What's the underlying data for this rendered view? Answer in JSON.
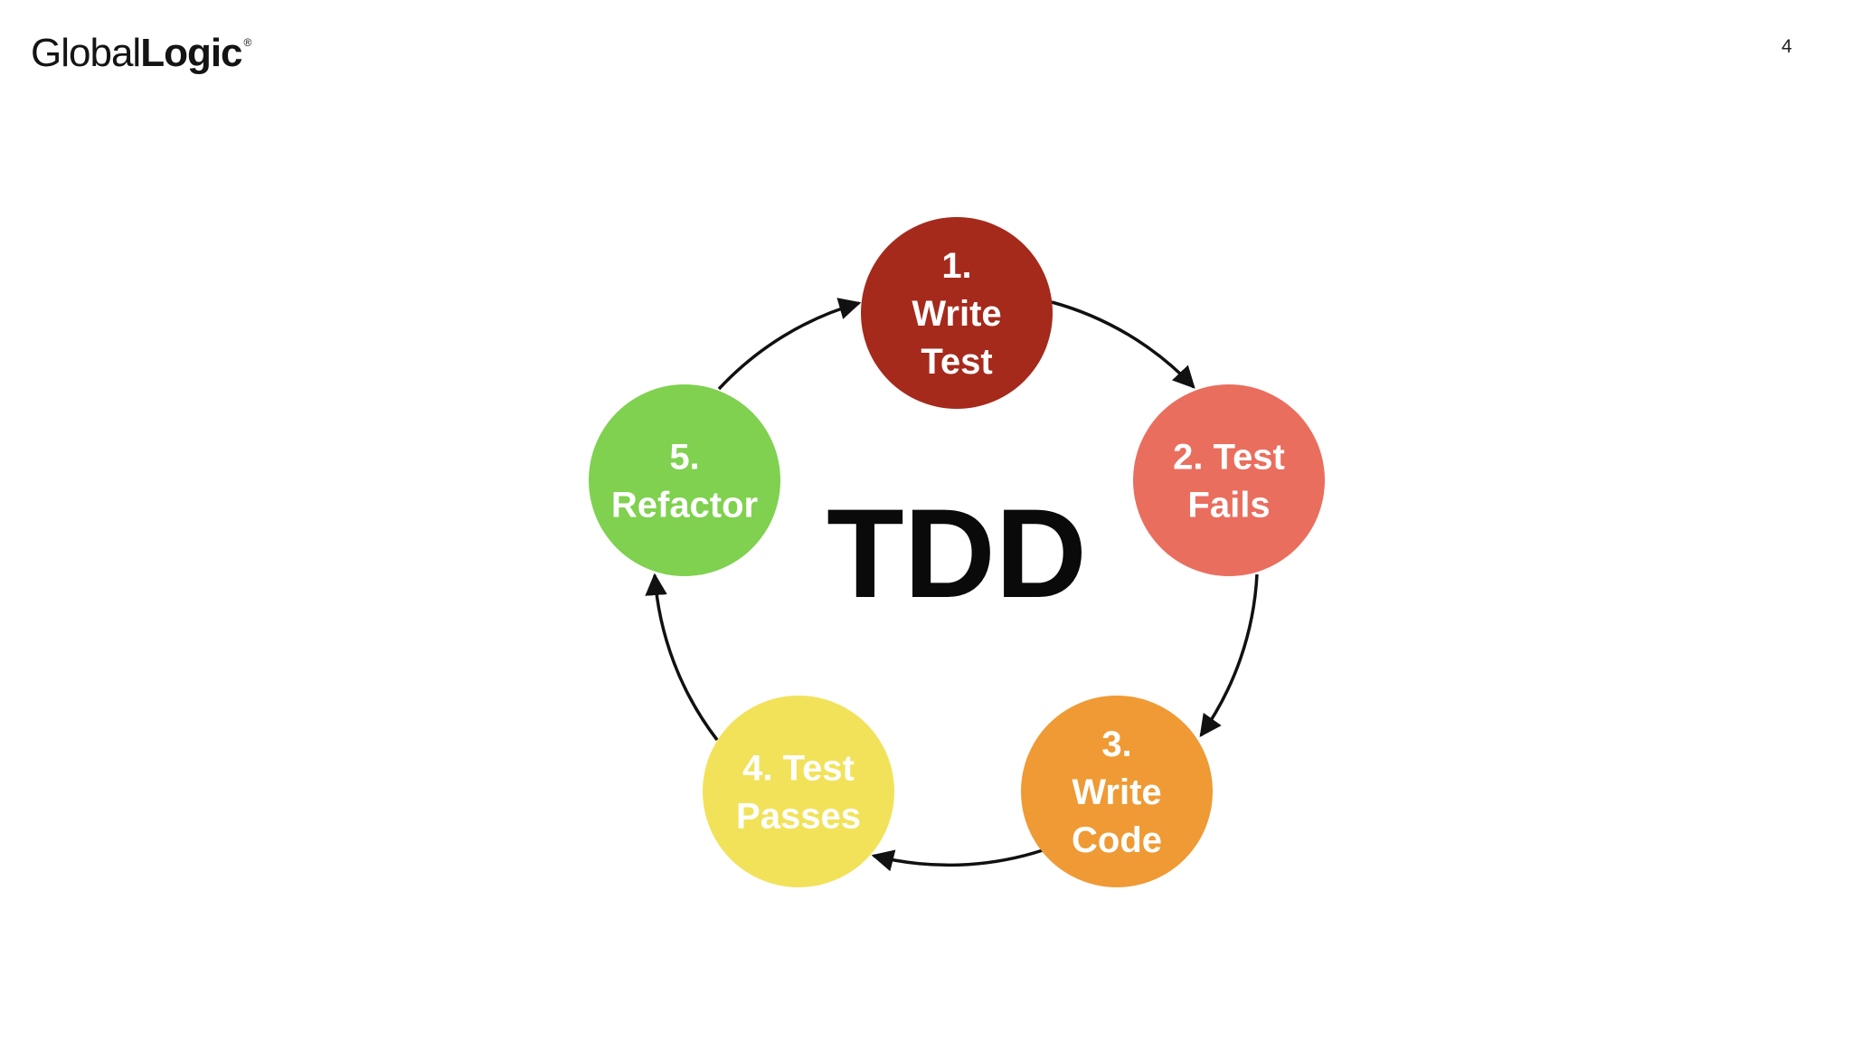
{
  "header": {
    "logo_light": "Global",
    "logo_bold": "Logic",
    "logo_mark": "®",
    "page_number": "4"
  },
  "diagram": {
    "center_label": "TDD",
    "steps": [
      {
        "lines": [
          "1.",
          "Write",
          "Test"
        ],
        "color": "#a52a1c",
        "text_color": "#ffffff"
      },
      {
        "lines": [
          "2. Test",
          "Fails"
        ],
        "color": "#ea6e5e",
        "text_color": "#ffffff"
      },
      {
        "lines": [
          "3.",
          "Write",
          "Code"
        ],
        "color": "#ef9a34",
        "text_color": "#ffffff"
      },
      {
        "lines": [
          "4. Test",
          "Passes"
        ],
        "color": "#f2e25a",
        "text_color": "#ffffff"
      },
      {
        "lines": [
          "5.",
          "Refactor"
        ],
        "color": "#7fd14f",
        "text_color": "#ffffff"
      }
    ],
    "arrow_color": "#111111"
  }
}
